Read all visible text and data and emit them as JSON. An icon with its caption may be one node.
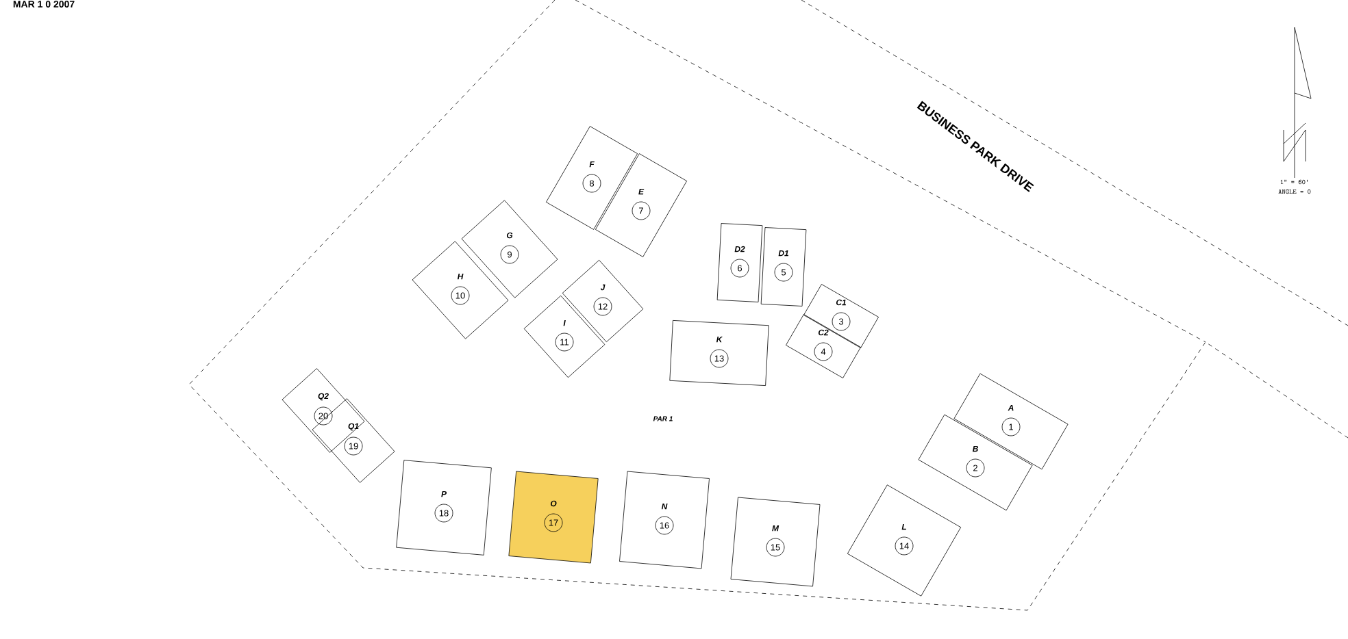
{
  "diagram": {
    "nodes": [
      {
        "text": [
          "A",
          "1"
        ]
      },
      {
        "text": [
          "B",
          "2"
        ]
      },
      {
        "text": [
          "C1",
          "3"
        ]
      },
      {
        "text": [
          "C2",
          "4"
        ]
      },
      {
        "text": [
          "D1",
          "5"
        ]
      },
      {
        "text": [
          "D2",
          "6"
        ]
      },
      {
        "text": [
          "E",
          "7"
        ]
      },
      {
        "text": [
          "F",
          "8"
        ]
      },
      {
        "text": [
          "G",
          "9"
        ]
      },
      {
        "text": [
          "H",
          "10"
        ]
      },
      {
        "text": [
          "I",
          "11"
        ]
      },
      {
        "text": [
          "J",
          "12"
        ]
      },
      {
        "text": [
          "K",
          "13"
        ]
      },
      {
        "text": [
          "L",
          "14"
        ]
      },
      {
        "text": [
          "M",
          "15"
        ]
      },
      {
        "text": [
          "N",
          "16"
        ]
      },
      {
        "text": [
          "O",
          "17"
        ]
      },
      {
        "text": [
          "P",
          "18"
        ]
      },
      {
        "text": [
          "Q1",
          "19"
        ]
      },
      {
        "text": [
          "Q2",
          "20"
        ]
      }
    ],
    "labels": [
      "MAR 1 0 2007",
      "BUSINESS PARK DRIVE",
      "1\" = 60'",
      "ANGLE = 0",
      "PAR 1"
    ]
  }
}
